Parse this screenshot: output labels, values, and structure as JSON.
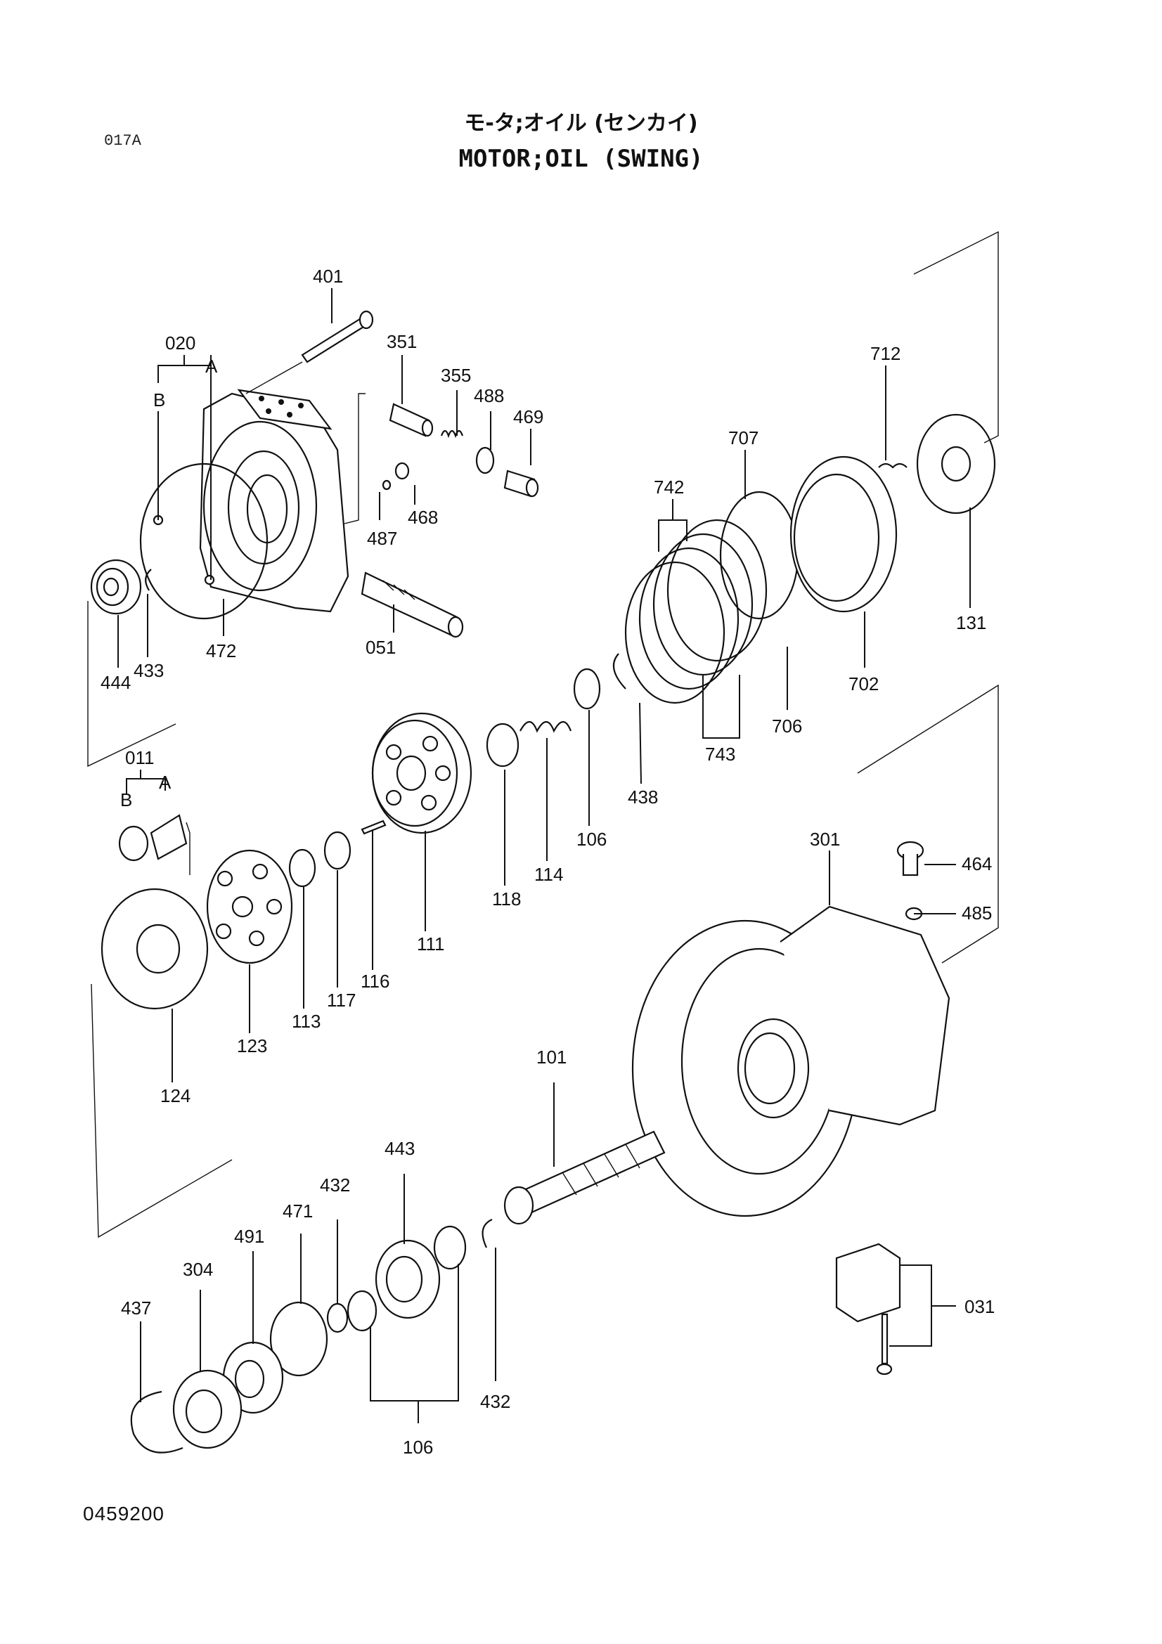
{
  "header": {
    "sheet_code": "017A",
    "title_jp": "モ-タ;オイル (センカイ)",
    "title_en": "MOTOR;OIL (SWING)"
  },
  "footer": {
    "drawing_number": "0459200"
  },
  "labels": {
    "p401": "401",
    "p020": "020",
    "a1": "A",
    "b1": "B",
    "p351": "351",
    "p355": "355",
    "p488": "488",
    "p469": "469",
    "p468": "468",
    "p487": "487",
    "p712": "712",
    "p707": "707",
    "p742": "742",
    "p131": "131",
    "p702": "702",
    "p706": "706",
    "p743": "743",
    "p444": "444",
    "p433": "433",
    "p472": "472",
    "p051": "051",
    "p011": "011",
    "a2": "A",
    "b2": "B",
    "p438": "438",
    "p106a": "106",
    "p114": "114",
    "p118": "118",
    "p111": "111",
    "p116": "116",
    "p117": "117",
    "p113": "113",
    "p123": "123",
    "p124": "124",
    "p301": "301",
    "p464": "464",
    "p485": "485",
    "p101": "101",
    "p443": "443",
    "p432a": "432",
    "p471": "471",
    "p491": "491",
    "p304": "304",
    "p437": "437",
    "p432b": "432",
    "p106b": "106",
    "p031": "031"
  }
}
